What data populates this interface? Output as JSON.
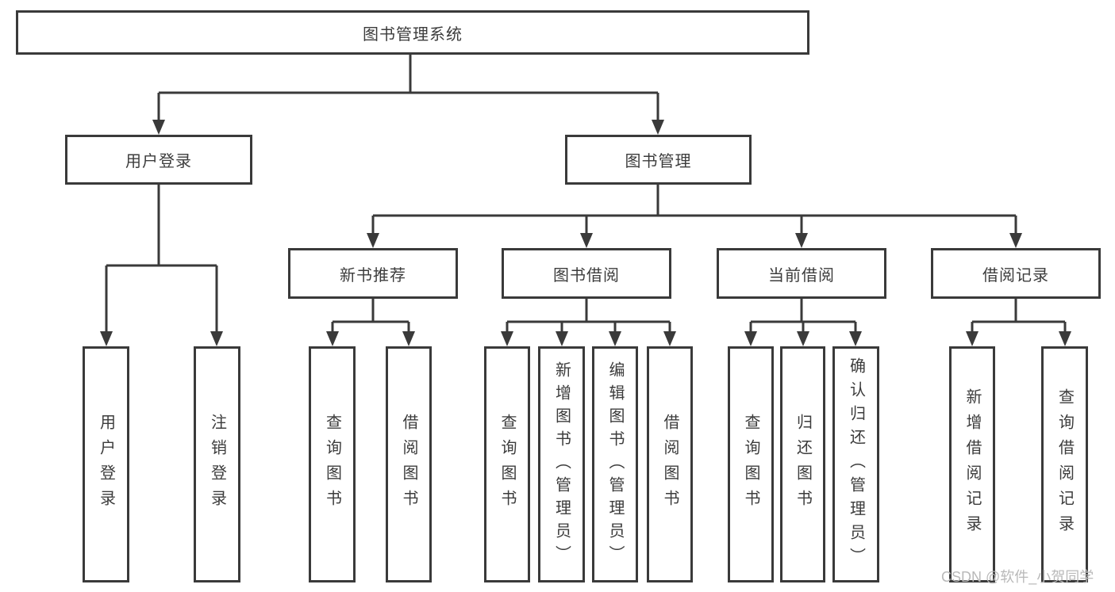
{
  "diagram": {
    "title": "图书管理系统",
    "level2": {
      "user_login": "用户登录",
      "book_mgmt": "图书管理"
    },
    "level3": {
      "new_book_rec": "新书推荐",
      "book_borrow": "图书借阅",
      "current_borrow": "当前借阅",
      "borrow_record": "借阅记录"
    },
    "leaves": {
      "user_login": "用户登录",
      "logout": "注销登录",
      "query_book_1": "查询图书",
      "borrow_book_1": "借阅图书",
      "query_book_2": "查询图书",
      "add_book": "新增图书（管理员）",
      "edit_book": "编辑图书（管理员）",
      "borrow_book_2": "借阅图书",
      "query_book_3": "查询图书",
      "return_book": "归还图书",
      "confirm_return": "确认归还（管理员）",
      "add_record": "新增借阅记录",
      "query_record": "查询借阅记录"
    }
  },
  "watermark": "CSDN @软件_小贺同学",
  "colors": {
    "line": "#3a3a3a",
    "text": "#3c3c3c",
    "watermark": "#b9b9b9",
    "background": "#ffffff"
  }
}
